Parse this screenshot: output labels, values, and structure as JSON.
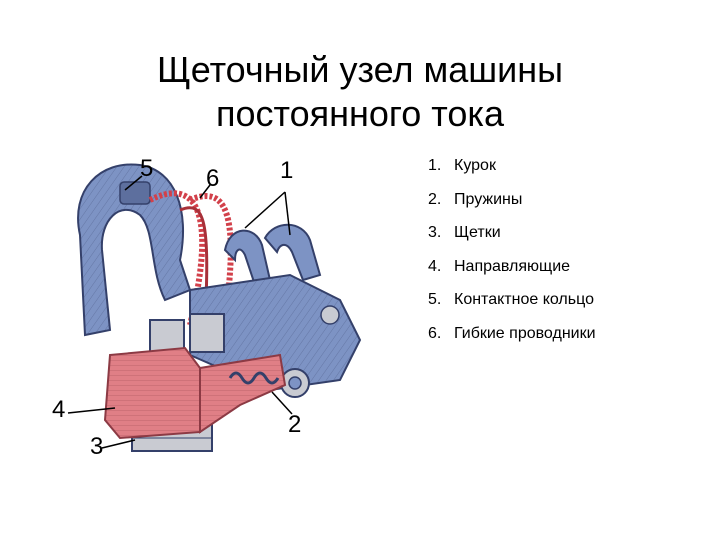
{
  "title": {
    "line1": "Щеточный узел машины",
    "line2": "постоянного тока"
  },
  "callouts": [
    "5",
    "6",
    "1",
    "4",
    "3",
    "2"
  ],
  "legend": [
    {
      "num": "1.",
      "text": "Курок"
    },
    {
      "num": "2.",
      "text": "Пружины"
    },
    {
      "num": "3.",
      "text": "Щетки"
    },
    {
      "num": "4.",
      "text": "Направляющие"
    },
    {
      "num": "5.",
      "text": "Контактное кольцо"
    },
    {
      "num": "6.",
      "text": "Гибкие проводники"
    }
  ],
  "colors": {
    "steel_blue": "#7d93c4",
    "steel_dark": "#34406a",
    "guide_red": "#e07f86",
    "guide_dark": "#8c3a44",
    "brush_grey": "#c9cbd2",
    "wire_red": "#d2404a"
  }
}
